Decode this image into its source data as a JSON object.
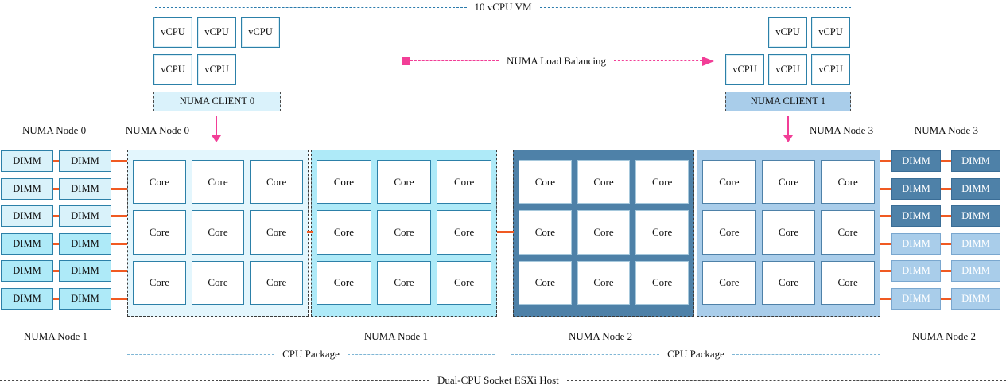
{
  "vm": {
    "label": "10 vCPU VM"
  },
  "load_balancing": {
    "label": "NUMA Load Balancing"
  },
  "host": {
    "label": "Dual-CPU Socket ESXi Host"
  },
  "labels": {
    "vcpu": "vCPU",
    "core": "Core",
    "dimm": "DIMM",
    "cpu_package": "CPU Package"
  },
  "clients": [
    {
      "name": "NUMA CLIENT 0",
      "vcpu_rows": [
        3,
        2
      ],
      "vcpu_count": 5,
      "fill": "#daf2fb"
    },
    {
      "name": "NUMA CLIENT 1",
      "vcpu_rows": [
        2,
        3
      ],
      "vcpu_count": 5,
      "fill": "#a9cdea"
    }
  ],
  "callouts": {
    "node0": "NUMA Node 0",
    "node1": "NUMA Node 1",
    "node2": "NUMA Node 2",
    "node3": "NUMA Node 3"
  },
  "numa_nodes": [
    {
      "name": "NUMA Node 0",
      "core_count": 9,
      "fill": "#e3f6fd",
      "core_border": "#2c80a8"
    },
    {
      "name": "NUMA Node 1",
      "core_count": 9,
      "fill": "#aeeaf8",
      "core_border": "#2c80a8"
    },
    {
      "name": "NUMA Node 2",
      "core_count": 9,
      "fill": "#4e81a8",
      "core_border": "#a6c8dc"
    },
    {
      "name": "NUMA Node 3",
      "core_count": 9,
      "fill": "#a9cdea",
      "core_border": "#4e81a8"
    }
  ],
  "dimm_banks": [
    {
      "side": "left",
      "rows": 6,
      "cols": 2,
      "upper_fill": "#d9f2fa",
      "lower_fill": "#aeeaf8",
      "upper_border": "#2c80a8",
      "lower_border": "#2c80a8",
      "text": "#111111"
    },
    {
      "side": "right",
      "rows": 6,
      "cols": 2,
      "upper_fill": "#4e81a8",
      "lower_fill": "#a9cdea",
      "upper_border": "#3a6d96",
      "lower_border": "#7aa7cf",
      "text": "#ffffff"
    }
  ],
  "colors": {
    "teal_border": "#2c80a8",
    "load_balancing_pink": "#f23e97",
    "memory_channel_orange": "#f05a22",
    "line_steel": "#2b7bac",
    "line_node1": "#8ec2dc",
    "line_node2": "#b9dcee",
    "line_cpu_package": "#7fb6d5"
  }
}
